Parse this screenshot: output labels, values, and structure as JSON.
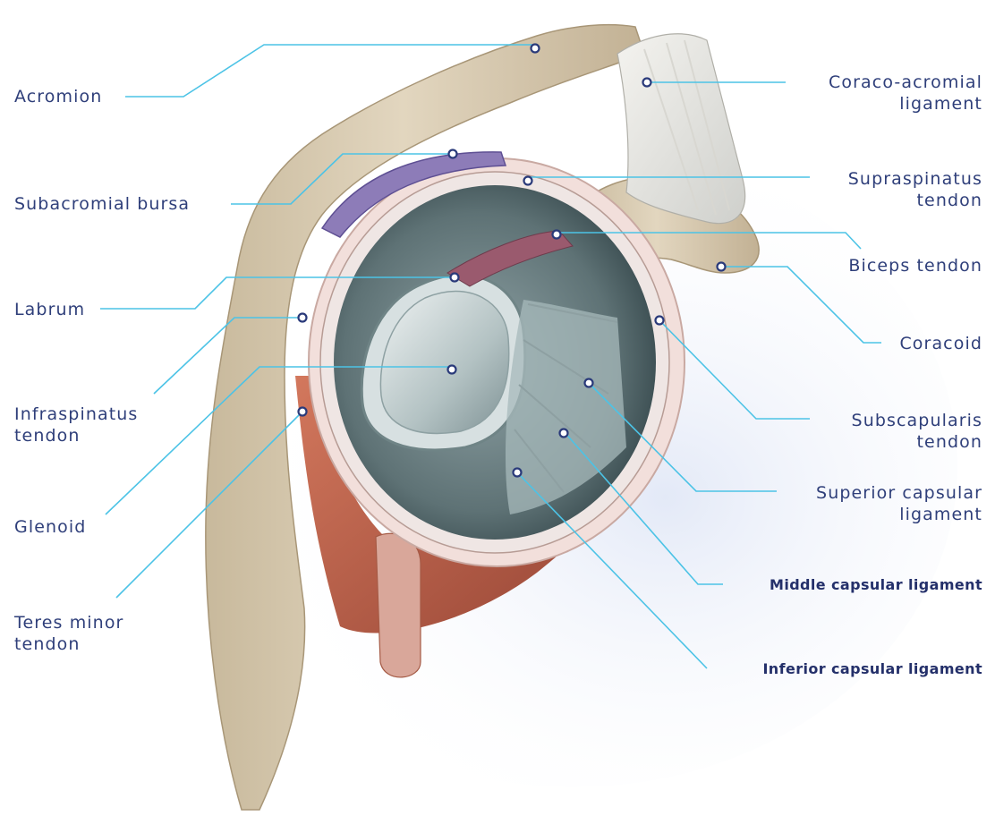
{
  "colors": {
    "leader_line": "#4cc3e6",
    "marker_stroke": "#2a3a7a",
    "label_text": "#2f3f7a",
    "bone": "#d9ccb4",
    "cartilage": "#b9c7c8",
    "muscle": "#b8533a",
    "capsule": "#f0dcd8",
    "bursa": "#8a78b5"
  },
  "labels": {
    "acromion": "Acromion",
    "subacromial_bursa": "Subacromial bursa",
    "labrum": "Labrum",
    "infraspinatus": [
      "Infraspinatus",
      "tendon"
    ],
    "glenoid": "Glenoid",
    "teres_minor": [
      "Teres minor",
      "tendon"
    ],
    "coraco_acromial": [
      "Coraco-acromial",
      "ligament"
    ],
    "supraspinatus": [
      "Supraspinatus",
      "tendon"
    ],
    "biceps": "Biceps tendon",
    "coracoid": "Coracoid",
    "subscapularis": [
      "Subscapularis",
      "tendon"
    ],
    "superior_capsular": [
      "Superior capsular",
      "ligament"
    ],
    "middle_capsular": "Middle capsular ligament",
    "inferior_capsular": "Inferior capsular ligament"
  }
}
